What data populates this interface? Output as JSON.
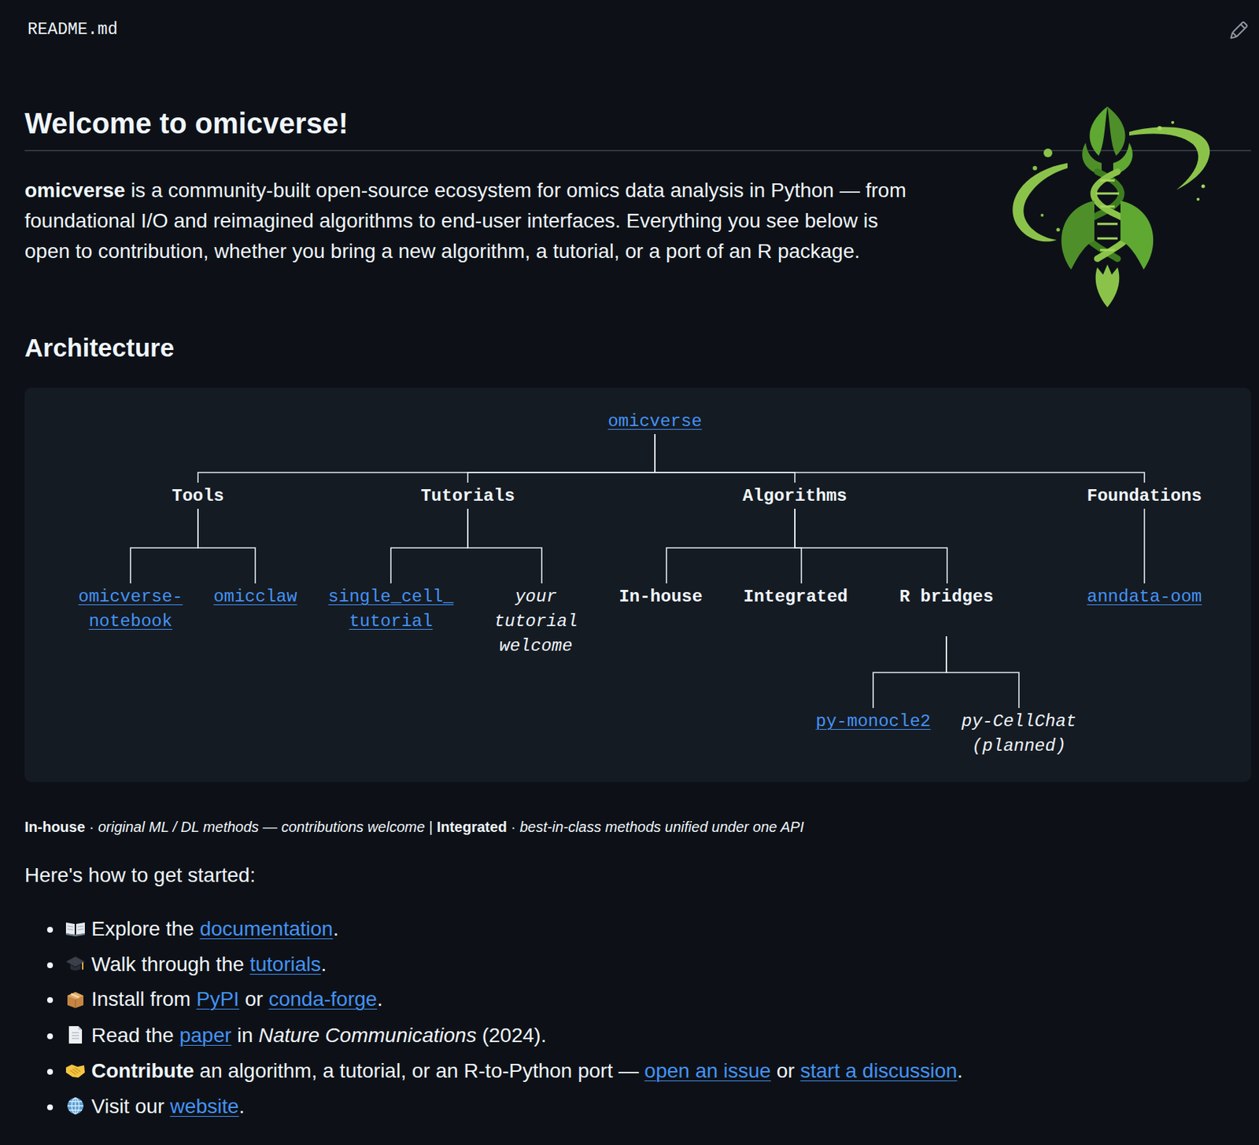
{
  "diagram": {
    "title": "Welcome to omicverse!",
    "nodes": [
      {
        "text": [
          "omicverse"
        ]
      },
      {
        "text": [
          "Tools"
        ]
      },
      {
        "text": [
          "Tutorials"
        ]
      },
      {
        "text": [
          "Algorithms"
        ]
      },
      {
        "text": [
          "Foundations"
        ]
      },
      {
        "text": [
          "omicverse- notebook"
        ]
      },
      {
        "text": [
          "omicclaw"
        ]
      },
      {
        "text": [
          "single_cell_ tutorial"
        ]
      },
      {
        "text": [
          "your tutorial welcome"
        ]
      },
      {
        "text": [
          "In-house"
        ]
      },
      {
        "text": [
          "Integrated"
        ]
      },
      {
        "text": [
          "R bridges"
        ]
      },
      {
        "text": [
          "anndata-oom"
        ]
      },
      {
        "text": [
          "py-monocle2"
        ]
      },
      {
        "text": [
          "py-CellChat (planned)"
        ]
      }
    ],
    "edges": [
      {
        "from": 0,
        "to": 1,
        "arrow": "none"
      },
      {
        "from": 0,
        "to": 2,
        "arrow": "none"
      },
      {
        "from": 0,
        "to": 3,
        "arrow": "none"
      },
      {
        "from": 0,
        "to": 4,
        "arrow": "none"
      },
      {
        "from": 1,
        "to": 5,
        "arrow": "none"
      },
      {
        "from": 1,
        "to": 6,
        "arrow": "none"
      },
      {
        "from": 2,
        "to": 7,
        "arrow": "none"
      },
      {
        "from": 2,
        "to": 8,
        "arrow": "none"
      },
      {
        "from": 3,
        "to": 9,
        "arrow": "none"
      },
      {
        "from": 3,
        "to": 10,
        "arrow": "none"
      },
      {
        "from": 3,
        "to": 11,
        "arrow": "none"
      },
      {
        "from": 4,
        "to": 12,
        "arrow": "none"
      },
      {
        "from": 11,
        "to": 13,
        "arrow": "none"
      },
      {
        "from": 11,
        "to": 14,
        "arrow": "none"
      }
    ],
    "labels": [
      "README.md",
      "omicverse",
      "is a community-built open-source ecosystem for omics data analysis in Python — from foundational I/O and reimagined algorithms to end-user interfaces. Everything you see below is open to contribution, whether you bring a new algorithm, a tutorial, or a port of an R package.",
      "Architecture",
      "In-house",
      "·",
      "original ML / DL methods — contributions welcome",
      "|",
      "Integrated",
      "·",
      "best-in-class methods unified under one API",
      "Here's how to get started:",
      "Explore the",
      "documentation",
      ".",
      "Walk through the",
      "tutorials",
      ".",
      "Install from",
      "PyPI",
      "or",
      "conda-forge",
      ".",
      "Read the",
      "paper",
      "in",
      "Nature Communications",
      "(2024).",
      "Contribute",
      "an algorithm, a tutorial, or an R-to-Python port —",
      "open an issue",
      "or",
      "start a discussion",
      ".",
      "Visit our",
      "website",
      "."
    ]
  }
}
